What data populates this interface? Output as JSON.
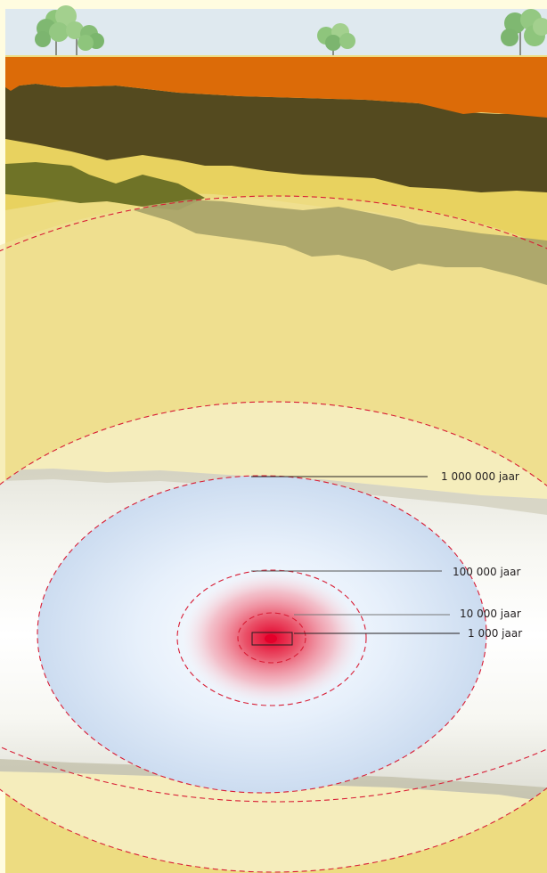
{
  "diagram": {
    "labels": {
      "ring_1": "1 000 000 jaar",
      "ring_2": "100 000 jaar",
      "ring_3": "10 000 jaar",
      "ring_4": "1 000 jaar"
    },
    "colors": {
      "sky": "#dfe9ef",
      "topsoil": "#dc6b08",
      "dark_layer": "#544a1f",
      "olive_layer": "#6f7327",
      "sand": "#eddc81",
      "pale_zone": "#f5edbc",
      "ring_dash": "#d81d35",
      "canister_fill": "#ffffff"
    }
  }
}
